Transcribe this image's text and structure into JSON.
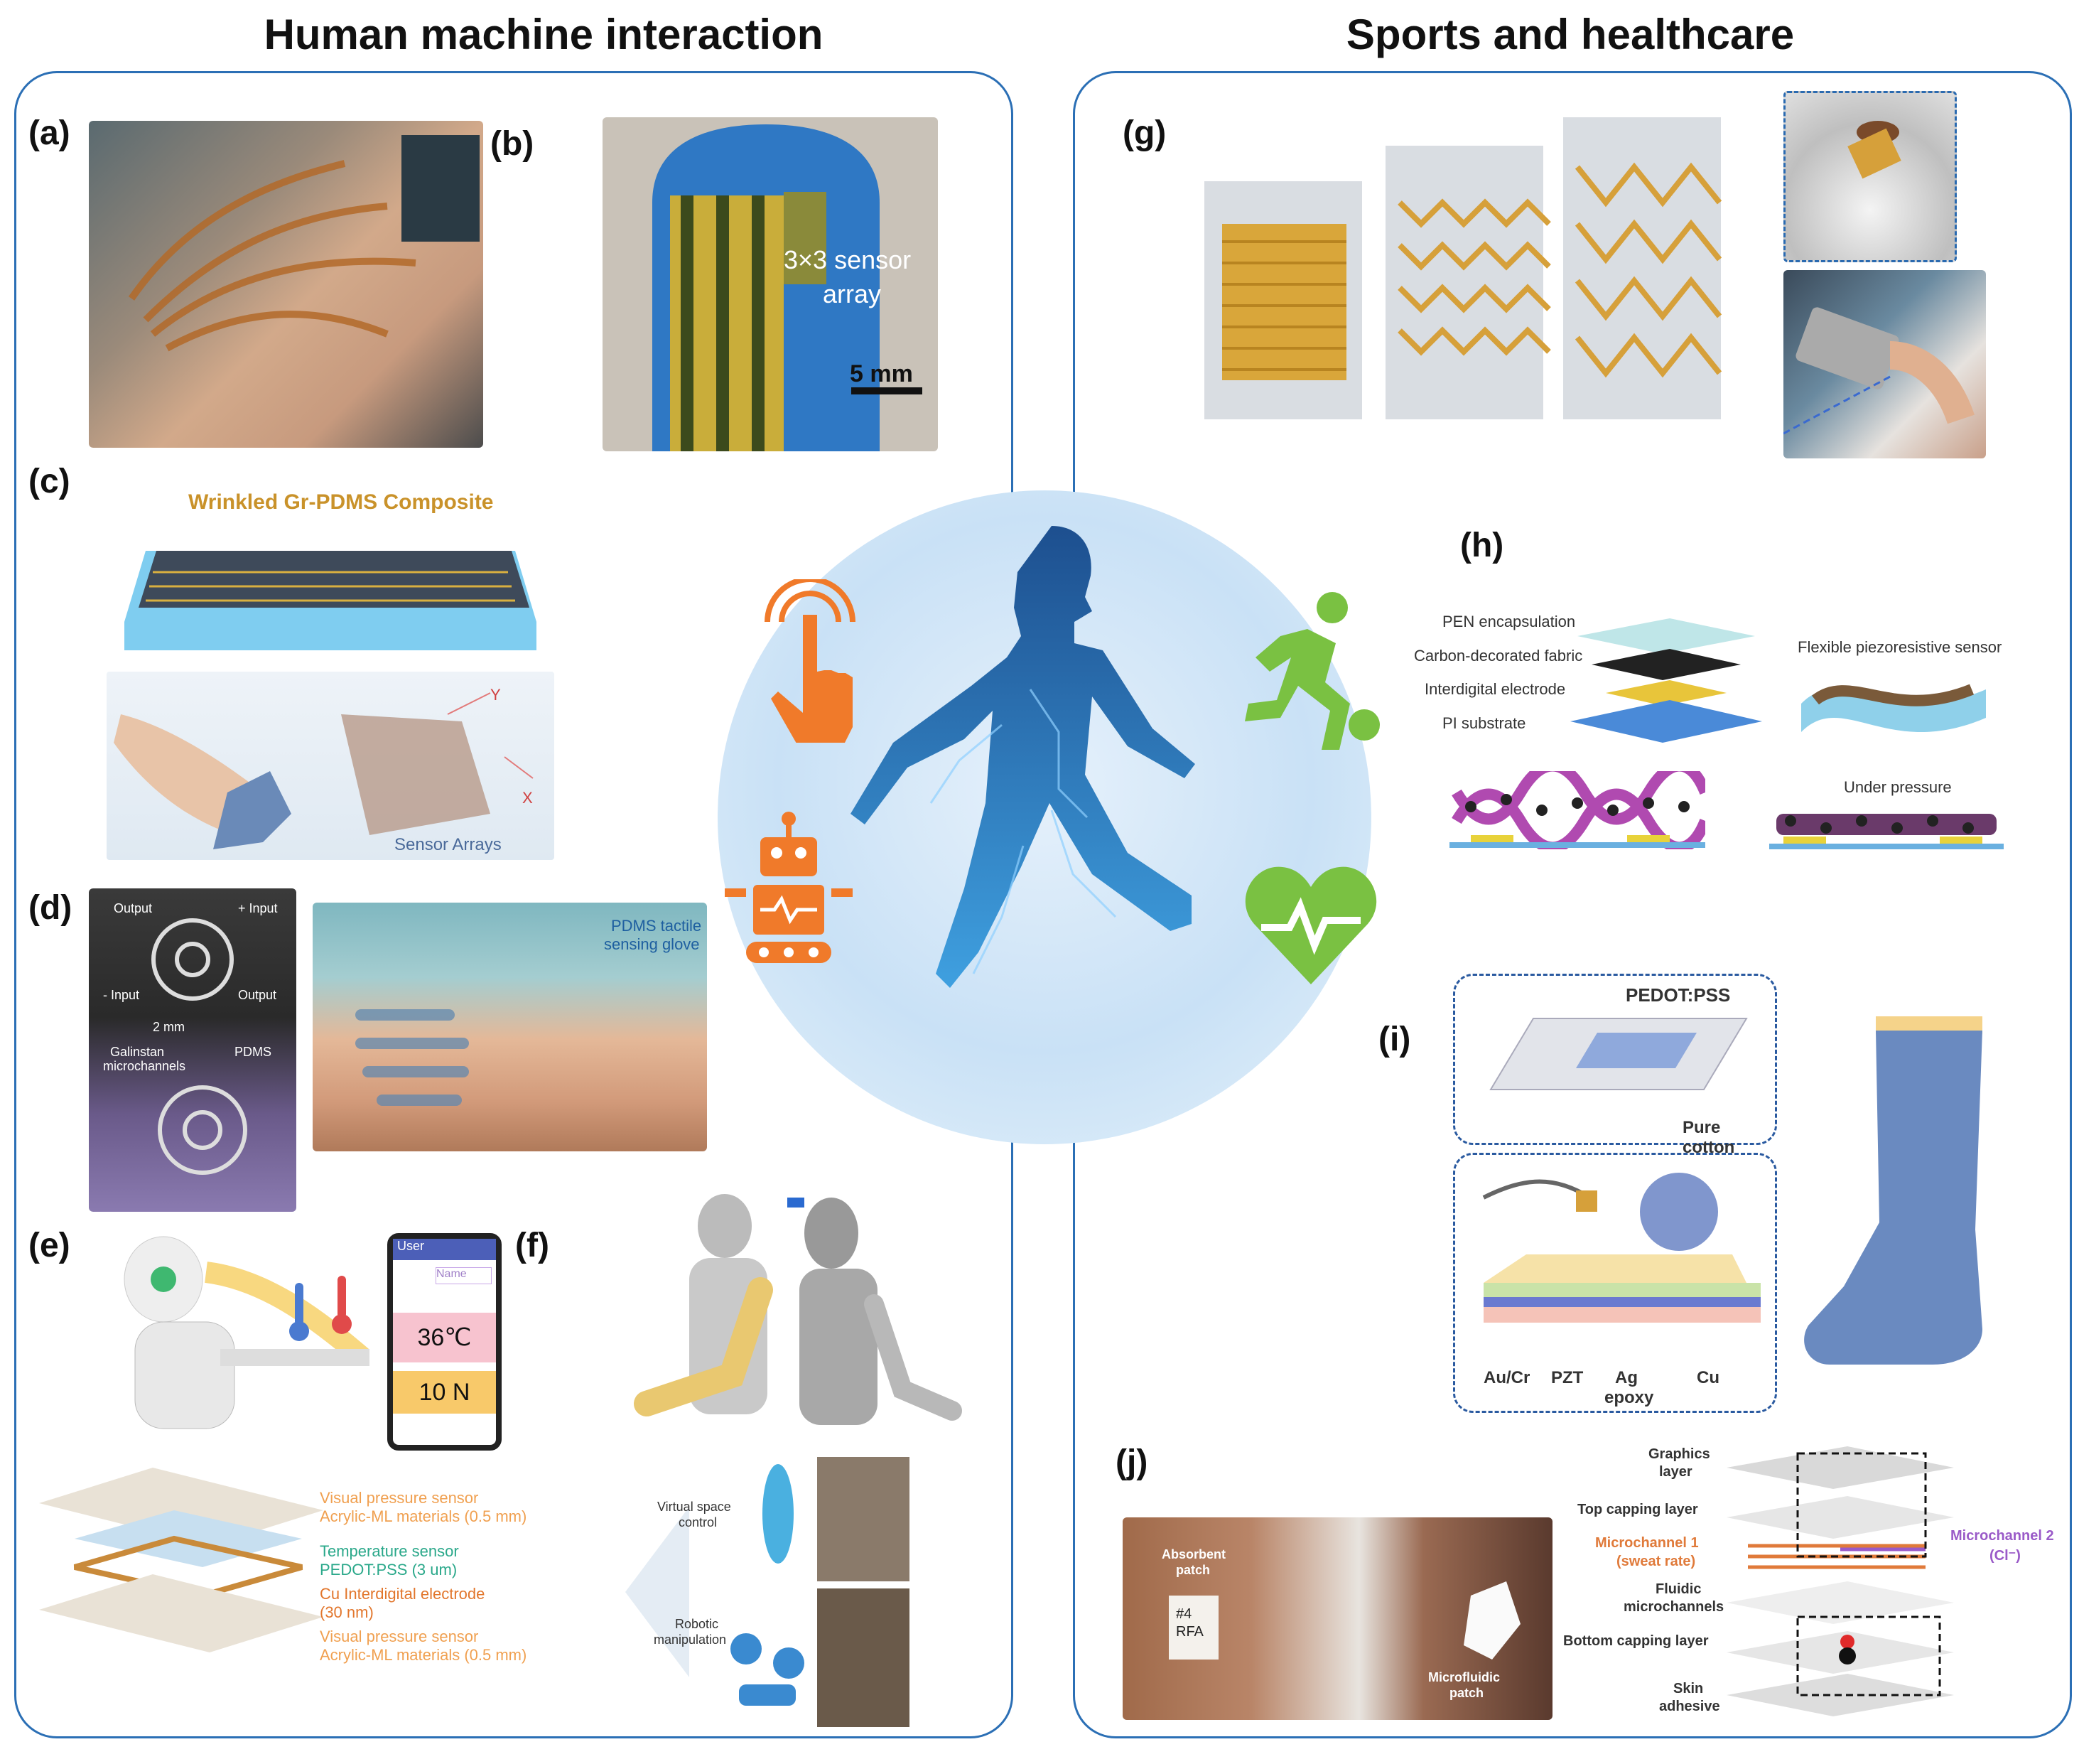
{
  "titles": {
    "left": "Human machine interaction",
    "right": "Sports and healthcare"
  },
  "labels": {
    "a": "(a)",
    "b": "(b)",
    "c": "(c)",
    "d": "(d)",
    "e": "(e)",
    "f": "(f)",
    "g": "(g)",
    "h": "(h)",
    "i": "(i)",
    "j": "(j)"
  },
  "b": {
    "array_line1": "3×3 sensor",
    "array_line2": "array",
    "scale": "5 mm"
  },
  "c": {
    "title": "Wrinkled Gr-PDMS Composite",
    "sensor": "Sensor Arrays",
    "y": "Y",
    "x": "X"
  },
  "d": {
    "output_l": "Output",
    "input_r": "+ Input",
    "input_l": "- Input",
    "output_r": "Output",
    "scale": "2 mm",
    "galinstan1": "Galinstan",
    "galinstan2": "microchannels",
    "pdms": "PDMS",
    "glove1": "PDMS tactile",
    "glove2": "sensing glove"
  },
  "e": {
    "user": "User",
    "name": "Name",
    "temp": "36℃",
    "force": "10 N",
    "layers": [
      {
        "t1": "Visual pressure sensor",
        "t2": "Acrylic-ML materials (0.5 mm)",
        "color": "#f0a050"
      },
      {
        "t1": "Temperature sensor",
        "t2": "PEDOT:PSS (3 um)",
        "color": "#2aa88a"
      },
      {
        "t1": "Cu Interdigital electrode",
        "t2": "(30 nm)",
        "color": "#e2762c"
      },
      {
        "t1": "Visual pressure sensor",
        "t2": "Acrylic-ML materials (0.5 mm)",
        "color": "#f0a050"
      }
    ]
  },
  "f": {
    "virtual1": "Virtual space",
    "virtual2": "control",
    "robotic1": "Robotic",
    "robotic2": "manipulation"
  },
  "h": {
    "pen": "PEN encapsulation",
    "carbon": "Carbon-decorated fabric",
    "interdigital": "Interdigital electrode",
    "pi": "PI substrate",
    "flex": "Flexible piezoresistive sensor",
    "under": "Under pressure"
  },
  "i": {
    "pedot": "PEDOT:PSS",
    "cotton": "Pure cotton",
    "aucr": "Au/Cr",
    "pzt": "PZT",
    "ag": "Ag",
    "epoxy": "epoxy",
    "cu": "Cu"
  },
  "j": {
    "absorbent1": "Absorbent",
    "absorbent2": "patch",
    "micro1": "Microfluidic",
    "micro2": "patch",
    "patchtext1": "#4",
    "patchtext2": "RFA",
    "graphics1": "Graphics",
    "graphics2": "layer",
    "top": "Top capping layer",
    "mc1a": "Microchannel 1",
    "mc1b": "(sweat rate)",
    "mc2a": "Microchannel 2",
    "mc2b": "(Cl⁻)",
    "fluidic1": "Fluidic",
    "fluidic2": "microchannels",
    "bottom": "Bottom capping layer",
    "skin1": "Skin",
    "skin2": "adhesive"
  },
  "colors": {
    "frame": "#2b6fb5",
    "orange": "#f07a2a",
    "green": "#7ac142",
    "blue": "#3a8fd6"
  }
}
